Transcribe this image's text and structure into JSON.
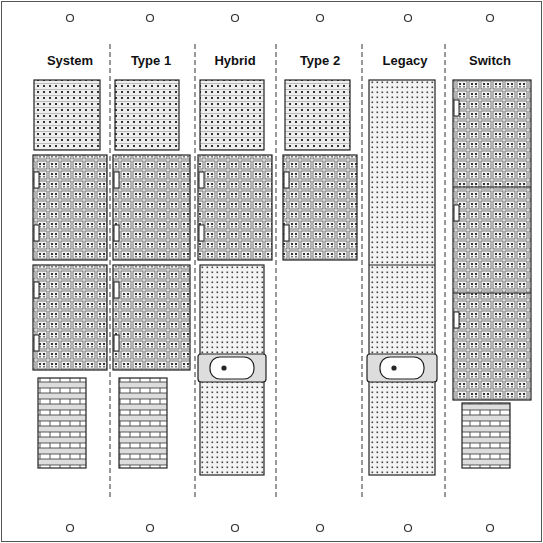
{
  "diagram": {
    "labels": [
      "System",
      "Type 1",
      "Hybrid",
      "Type 2",
      "Legacy",
      "Switch"
    ]
  }
}
